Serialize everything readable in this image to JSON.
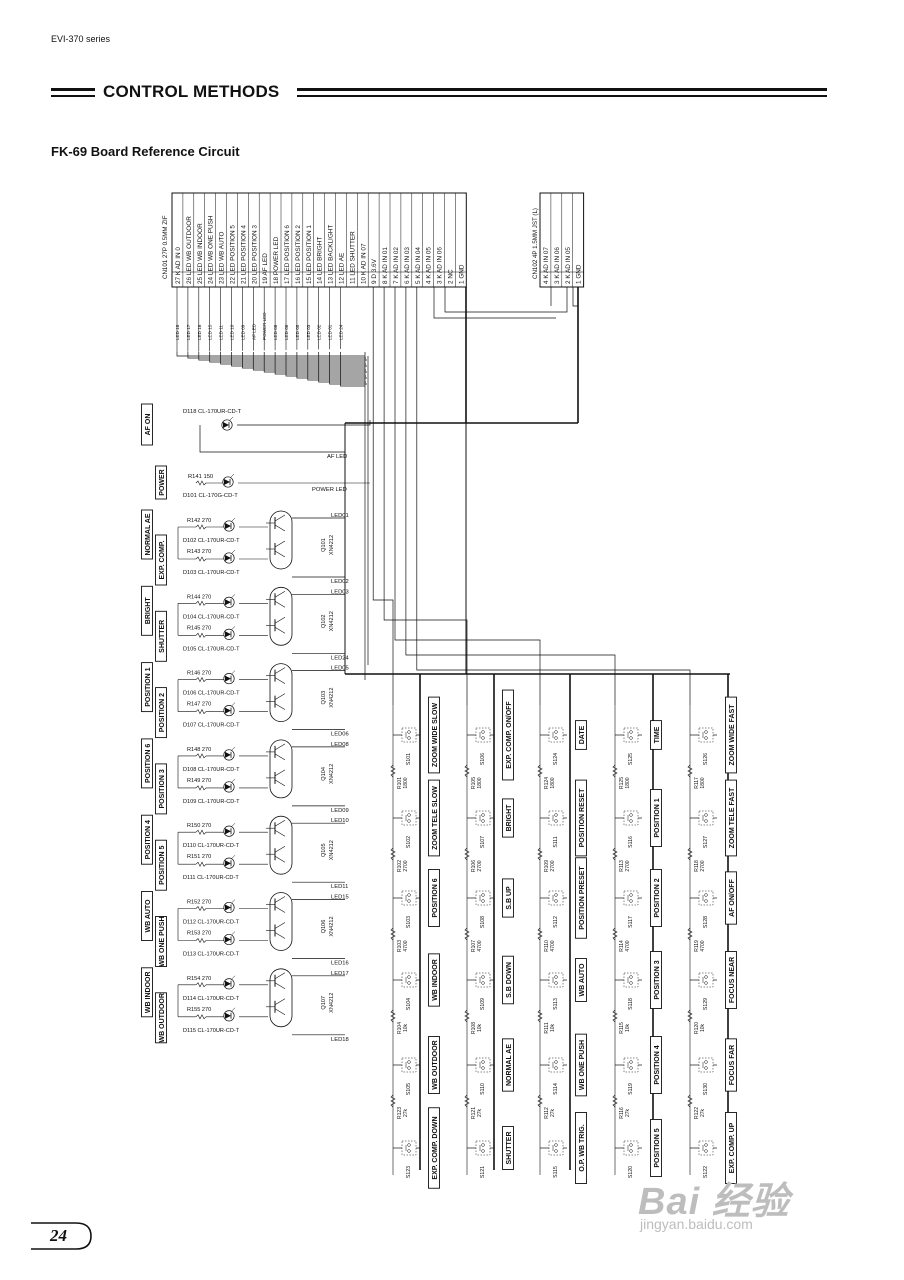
{
  "header": {
    "series": "EVI-370 series"
  },
  "section": {
    "title": "CONTROL METHODS"
  },
  "figure": {
    "title": "FK-69 Board Reference Circuit"
  },
  "cn101": {
    "title": "CN101 27P 0.5MM ZIF",
    "pins": [
      "27 K AD IN 0",
      "26 LED WB OUTDOOR",
      "25 LED WB INDOOR",
      "24 LED WB ONE PUSH",
      "23 LED WB AUTO",
      "22 LED POSITION 5",
      "21 LED POSITION 4",
      "20 LED POSITION 3",
      "19 AF LED",
      "18 POWER LED",
      "17 LED POSITION 6",
      "16 LED POSITION 2",
      "15 LED POSITION 1",
      "14 LED BRIGHT",
      "13 LED BACKLIGHT",
      "12 LED AE",
      "11 LED SHUTTER",
      "10 K AD IN 07",
      "9 D 3.6V",
      "8 K AD IN 01",
      "7 K AD IN 02",
      "6 K AD IN 03",
      "5 K AD IN 04",
      "4 K AD IN 05",
      "3 K AD IN 06",
      "2 NC",
      "1 GND"
    ]
  },
  "cn102": {
    "title": "CN102 4P 1.5MM JST (L)",
    "pins": [
      "4 K AD IN 07",
      "3 K AD IN 06",
      "2 K AD IN 05",
      "1 GND"
    ]
  },
  "led_taps": [
    "LED 18",
    "LED 17",
    "LED 16",
    "LED 15",
    "LED 11",
    "LED 10",
    "LED 09",
    "AF LED",
    "POWER LED",
    "LED 08",
    "LED 06",
    "LED 05",
    "LED 03",
    "LED 02",
    "LED 01",
    "LED 24"
  ],
  "af": {
    "button": "AF ON",
    "diode": "D118 CL-170UR-CD-T",
    "net": "AF LED"
  },
  "power": {
    "button": "POWER",
    "resistor": "R141 150",
    "diode": "D101 CL-170G-CD-T",
    "net": "POWER LED"
  },
  "led_groups": [
    {
      "top": "NORMAL AE",
      "bot": "EXP. COMP.",
      "r1": "R142 270",
      "d1": "D102 CL-170UR-CD-T",
      "r2": "R143 270",
      "d2": "D103 CL-170UR-CD-T",
      "q": "Q101",
      "qt": "XN4212",
      "na": "LED01",
      "nb": "LED02"
    },
    {
      "top": "BRIGHT",
      "bot": "SHUTTER",
      "r1": "R144 270",
      "d1": "D104 CL-170UR-CD-T",
      "r2": "R145 270",
      "d2": "D105 CL-170UR-CD-T",
      "q": "Q102",
      "qt": "XN4212",
      "na": "LED03",
      "nb": "LED24"
    },
    {
      "top": "POSITION 1",
      "bot": "POSITION 2",
      "r1": "R146 270",
      "d1": "D106 CL-170UR-CD-T",
      "r2": "R147 270",
      "d2": "D107 CL-170UR-CD-T",
      "q": "Q103",
      "qt": "XN4212",
      "na": "LED05",
      "nb": "LED06"
    },
    {
      "top": "POSITION 6",
      "bot": "POSITION 3",
      "r1": "R148 270",
      "d1": "D108 CL-170UR-CD-T",
      "r2": "R149 270",
      "d2": "D109 CL-170UR-CD-T",
      "q": "Q104",
      "qt": "XN4212",
      "na": "LED08",
      "nb": "LED09"
    },
    {
      "top": "POSITION 4",
      "bot": "POSITION 5",
      "r1": "R150 270",
      "d1": "D110 CL-170UR-CD-T",
      "r2": "R151 270",
      "d2": "D111 CL-170UR-CD-T",
      "q": "Q105",
      "qt": "XN4212",
      "na": "LED10",
      "nb": "LED11"
    },
    {
      "top": "WB AUTO",
      "bot": "WB ONE PUSH",
      "r1": "R152 270",
      "d1": "D112 CL-170UR-CD-T",
      "r2": "R153 270",
      "d2": "D113 CL-170UR-CD-T",
      "q": "Q106",
      "qt": "XN4212",
      "na": "LED15",
      "nb": "LED16"
    },
    {
      "top": "WB INDOOR",
      "bot": "WB OUTDOOR",
      "r1": "R154 270",
      "d1": "D114 CL-170UR-CD-T",
      "r2": "R155 270",
      "d2": "D115 CL-170UR-CD-T",
      "q": "Q107",
      "qt": "XN4212",
      "na": "LED17",
      "nb": "LED18"
    }
  ],
  "switch_columns": [
    {
      "switches": [
        {
          "label": "ZOOM WIDE SLOW",
          "s": "S101",
          "r": [
            "R101",
            "1800"
          ]
        },
        {
          "label": "ZOOM TELE SLOW",
          "s": "S102",
          "r": [
            "R102",
            "2700"
          ]
        },
        {
          "label": "POSITION 6",
          "s": "S103",
          "r": [
            "R103",
            "4700"
          ]
        },
        {
          "label": "WB INDOOR",
          "s": "S104",
          "r": [
            "R104",
            "10k"
          ]
        },
        {
          "label": "WB OUTDOOR",
          "s": "S105",
          "r": [
            "R123",
            "27k"
          ]
        },
        {
          "label": "EXP. COMP. DOWN",
          "s": "S123",
          "r": [
            "",
            ""
          ]
        }
      ]
    },
    {
      "switches": [
        {
          "label": "EXP. COMP. ON/OFF",
          "s": "S106",
          "r": [
            "R105",
            "1800"
          ]
        },
        {
          "label": "BRIGHT",
          "s": "S107",
          "r": [
            "R106",
            "2700"
          ]
        },
        {
          "label": "S.B UP",
          "s": "S108",
          "r": [
            "R107",
            "4700"
          ]
        },
        {
          "label": "S.B DOWN",
          "s": "S109",
          "r": [
            "R108",
            "10k"
          ]
        },
        {
          "label": "NORMAL AE",
          "s": "S110",
          "r": [
            "R121",
            "27k"
          ]
        },
        {
          "label": "SHUTTER",
          "s": "S121",
          "r": [
            "",
            ""
          ]
        }
      ]
    },
    {
      "switches": [
        {
          "label": "DATE",
          "s": "S124",
          "r": [
            "R124",
            "1800"
          ]
        },
        {
          "label": "POSITION RESET",
          "s": "S111",
          "r": [
            "R109",
            "2700"
          ]
        },
        {
          "label": "POSITION PRESET",
          "s": "S112",
          "r": [
            "R110",
            "4700"
          ]
        },
        {
          "label": "WB AUTO",
          "s": "S113",
          "r": [
            "R111",
            "10k"
          ]
        },
        {
          "label": "WB ONE PUSH",
          "s": "S114",
          "r": [
            "R112",
            "27k"
          ]
        },
        {
          "label": "O.P. WB TRIG.",
          "s": "S115",
          "r": [
            "",
            ""
          ]
        }
      ]
    },
    {
      "switches": [
        {
          "label": "TIME",
          "s": "S125",
          "r": [
            "R125",
            "1800"
          ]
        },
        {
          "label": "POSITION 1",
          "s": "S116",
          "r": [
            "R113",
            "2700"
          ]
        },
        {
          "label": "POSITION 2",
          "s": "S117",
          "r": [
            "R114",
            "4700"
          ]
        },
        {
          "label": "POSITION 3",
          "s": "S118",
          "r": [
            "R115",
            "10k"
          ]
        },
        {
          "label": "POSITION 4",
          "s": "S119",
          "r": [
            "R116",
            "27k"
          ]
        },
        {
          "label": "POSITION 5",
          "s": "S120",
          "r": [
            "",
            ""
          ]
        }
      ]
    },
    {
      "switches": [
        {
          "label": "ZOOM WIDE FAST",
          "s": "S126",
          "r": [
            "R117",
            "1800"
          ]
        },
        {
          "label": "ZOOM TELE FAST",
          "s": "S127",
          "r": [
            "R118",
            "2700"
          ]
        },
        {
          "label": "AF ON/OFF",
          "s": "S128",
          "r": [
            "R119",
            "4700"
          ]
        },
        {
          "label": "FOCUS NEAR",
          "s": "S129",
          "r": [
            "R120",
            "10k"
          ]
        },
        {
          "label": "FOCUS FAR",
          "s": "S130",
          "r": [
            "R122",
            "27k"
          ]
        },
        {
          "label": "EXP. COMP. UP",
          "s": "S122",
          "r": [
            "",
            ""
          ]
        }
      ]
    }
  ],
  "footer": {
    "page": "24"
  },
  "watermark": {
    "brand": "Bai 经验",
    "url": "jingyan.baidu.com"
  }
}
